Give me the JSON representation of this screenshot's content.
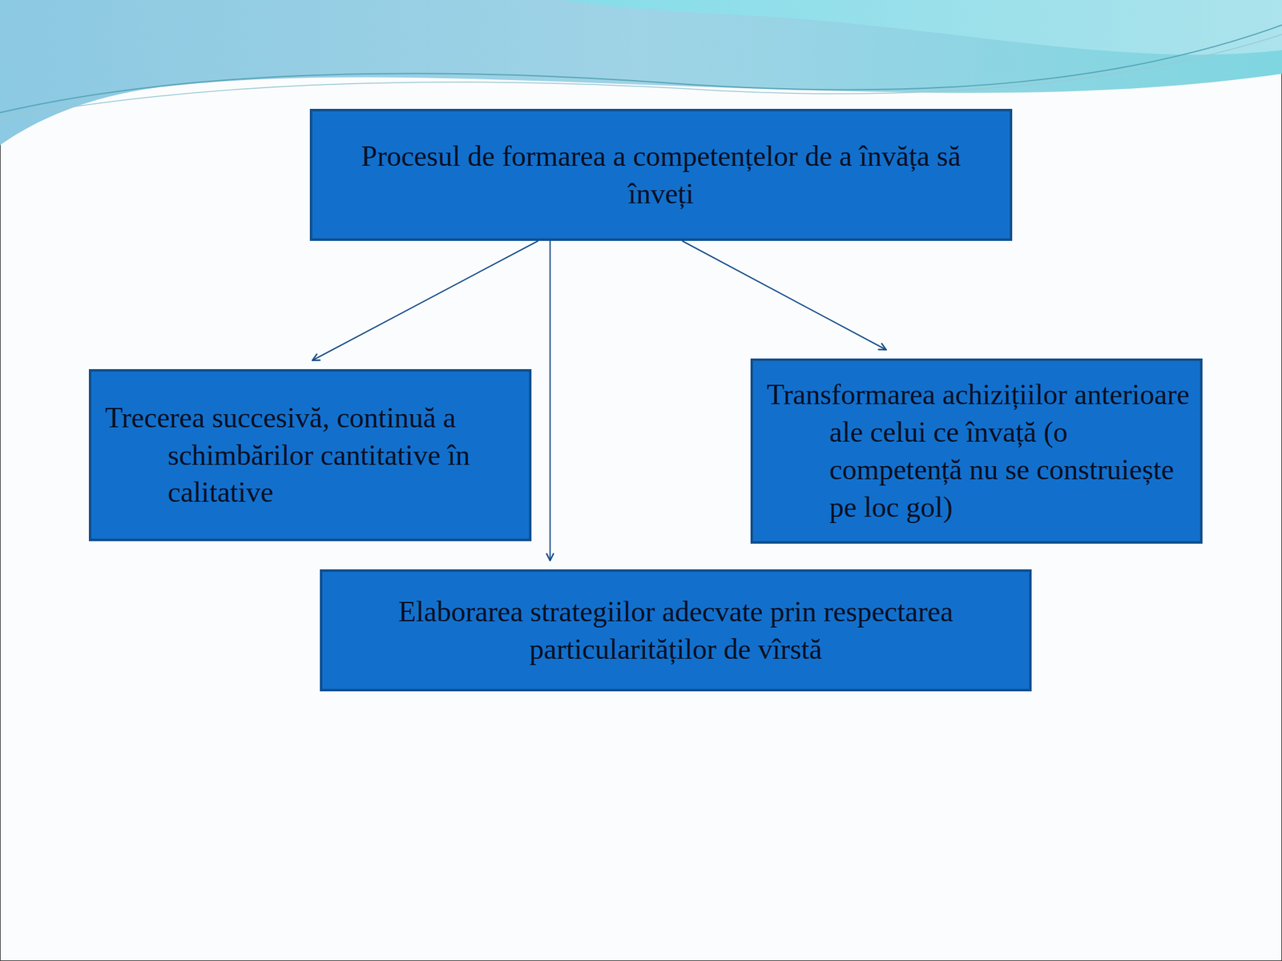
{
  "diagram": {
    "nodes": [
      {
        "text": [
          "Procesul de formarea a competențelor  de a învăța să înveți"
        ]
      },
      {
        "text": [
          "Trecerea succesivă, continuă a schimbărilor cantitative în calitative"
        ]
      },
      {
        "text": [
          "Transformarea achizițiilor anterioare ale celui ce învață (o competență  nu se construiește pe loc gol)"
        ]
      },
      {
        "text": [
          "Elaborarea strategiilor adecvate prin respectarea particularităților de vîrstă"
        ]
      }
    ],
    "edges": [
      {
        "from": 0,
        "to": 1,
        "arrow": "to"
      },
      {
        "from": 0,
        "to": 3,
        "arrow": "to"
      },
      {
        "from": 0,
        "to": 2,
        "arrow": "to"
      }
    ]
  }
}
